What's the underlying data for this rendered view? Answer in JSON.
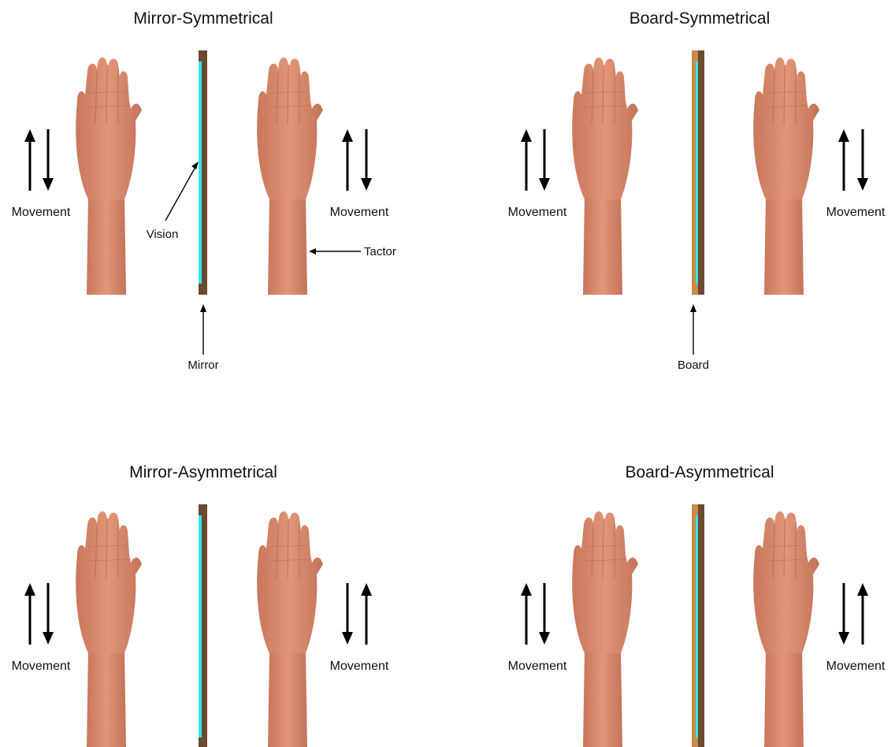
{
  "panels": [
    {
      "title": "Mirror-Symmetrical",
      "barrier": "mirror",
      "left_arrows": [
        "up",
        "down"
      ],
      "right_arrows": [
        "up",
        "down"
      ],
      "left_label": "Movement",
      "right_label": "Movement"
    },
    {
      "title": "Board-Symmetrical",
      "barrier": "board",
      "left_arrows": [
        "up",
        "down"
      ],
      "right_arrows": [
        "up",
        "down"
      ],
      "left_label": "Movement",
      "right_label": "Movement"
    },
    {
      "title": "Mirror-Asymmetrical",
      "barrier": "mirror",
      "left_arrows": [
        "up",
        "down"
      ],
      "right_arrows": [
        "down",
        "up"
      ],
      "left_label": "Movement",
      "right_label": "Movement"
    },
    {
      "title": "Board-Asymmetrical",
      "barrier": "board",
      "left_arrows": [
        "up",
        "down"
      ],
      "right_arrows": [
        "down",
        "up"
      ],
      "left_label": "Movement",
      "right_label": "Movement"
    }
  ],
  "annotations": {
    "vision": "Vision",
    "tactor": "Tactor",
    "mirror": "Mirror",
    "board": "Board"
  },
  "colors": {
    "skin": "#d9876a",
    "skin_shade": "#b86d52",
    "mirror_frame": "#6b4a2e",
    "board_face": "#c98a4c",
    "glass": "#33e6e6",
    "arrow": "#000000"
  }
}
